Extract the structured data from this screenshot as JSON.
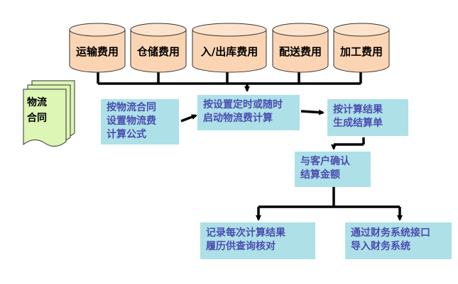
{
  "colors": {
    "cylinder_body": "#fbd5b3",
    "cylinder_top": "#fde3cc",
    "process_box": "#aee0e7",
    "process_text": "#4a4cb0",
    "document_fill": "#ddf5b5",
    "connector": "#000000"
  },
  "cost_sources": [
    {
      "label": "运输费用"
    },
    {
      "label": "仓储费用"
    },
    {
      "label": "入/出库费用"
    },
    {
      "label": "配送费用"
    },
    {
      "label": "加工费用"
    }
  ],
  "document": {
    "line1": "物流",
    "line2": "合同"
  },
  "steps": {
    "set_formula": {
      "line1": "按物流合同",
      "line2": "设置物流费",
      "line3": "计算公式"
    },
    "start_calc": {
      "line1": "按设置定时或随时",
      "line2": "启动物流费计算"
    },
    "generate_statement": {
      "line1": "按计算结果",
      "line2": "生成结算单"
    },
    "confirm_amount": {
      "line1": "与客户确认",
      "line2": "结算金额"
    },
    "record_history": {
      "line1": "记录每次计算结果",
      "line2": "履历供查询核对"
    },
    "export_finance": {
      "line1": "通过财务系统接口",
      "line2": "导入财务系统"
    }
  }
}
